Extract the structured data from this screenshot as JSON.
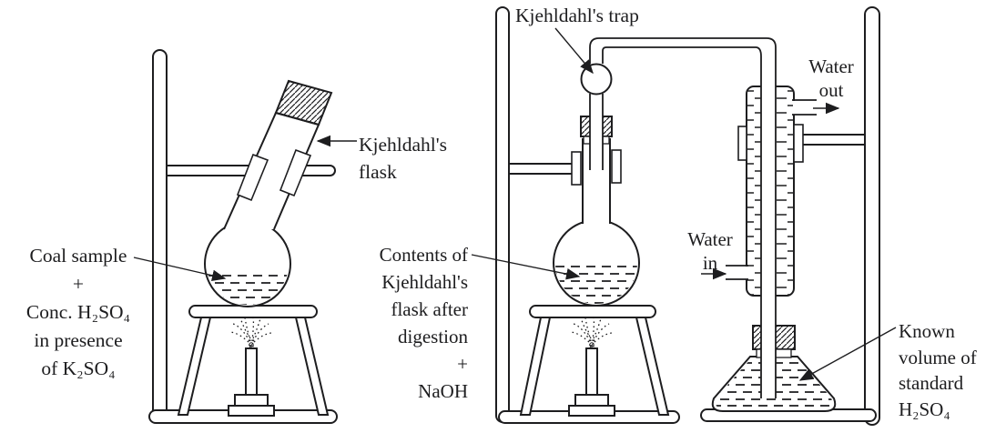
{
  "labels": {
    "coal": "Coal sample\n+\nConc. H₂SO₄\nin presence\nof K₂SO₄",
    "kjeldahl_flask": "Kjehldahl's\nflask",
    "kjeldahl_trap": "Kjehldahl's trap",
    "contents": "Contents of\nKjehldahl's\nflask after\ndigestion\n+\nNaOH",
    "water_out": "Water\nout",
    "water_in": "Water\nin",
    "known_volume": "Known\nvolume of\nstandard\nH₂SO₄"
  },
  "colors": {
    "line": "#1d1d1f",
    "background": "#ffffff"
  }
}
